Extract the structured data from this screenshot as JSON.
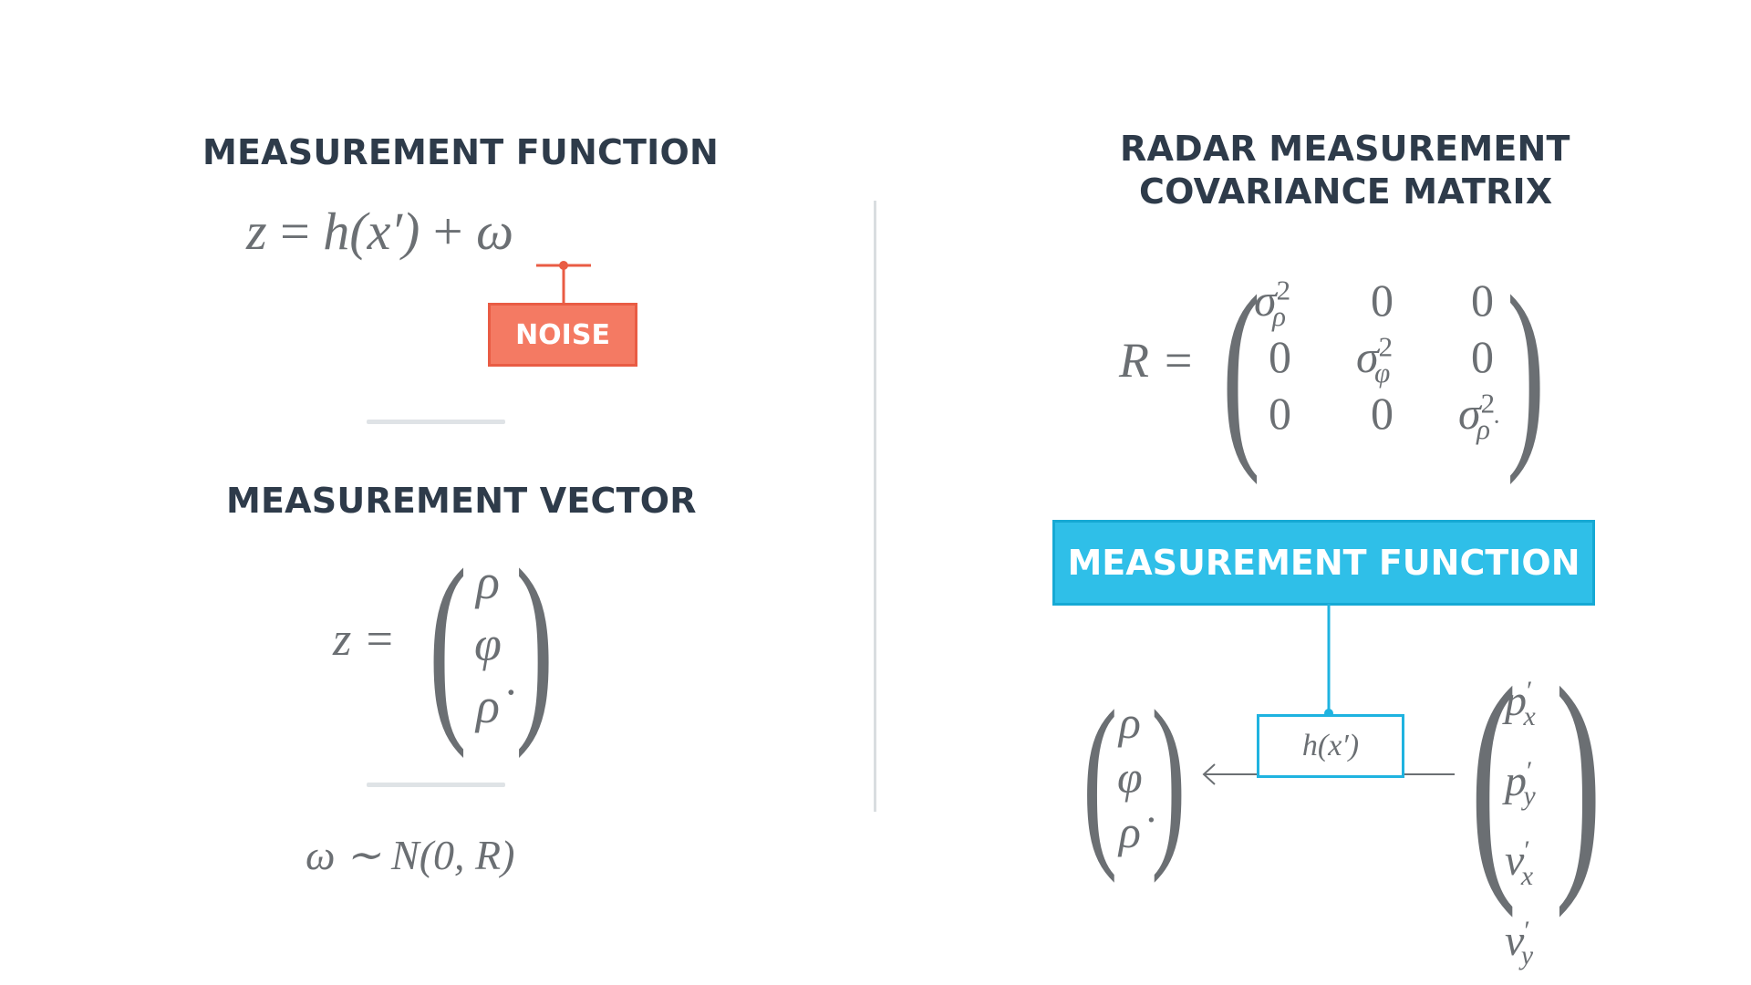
{
  "left": {
    "function_heading": "MEASUREMENT FUNCTION",
    "function_eq": {
      "lhs": "z",
      "eq": "=",
      "h": "h",
      "arg": "(x′)",
      "plus": "+",
      "omega": "ω"
    },
    "noise_label": "NOISE",
    "vector_heading": "MEASUREMENT VECTOR",
    "vector_eq": {
      "lhs": "z =",
      "entries": [
        "ρ",
        "φ",
        "ρ̇"
      ]
    },
    "noise_distribution": "ω ∼ N(0, R)"
  },
  "right": {
    "covariance_heading_line1": "RADAR MEASUREMENT",
    "covariance_heading_line2": "COVARIANCE MATRIX",
    "matrix": {
      "lhs": "R =",
      "rows": [
        [
          "σ",
          "0",
          "0"
        ],
        [
          "0",
          "σ",
          "0"
        ],
        [
          "0",
          "0",
          "σ"
        ]
      ],
      "diag_subscripts": [
        "ρ",
        "φ",
        "ρ̇"
      ],
      "diag_superscript": "2"
    },
    "function_box_label": "MEASUREMENT FUNCTION",
    "h_box_label": "h(x′)",
    "output_vector": [
      "ρ",
      "φ",
      "ρ̇"
    ],
    "input_vector": [
      {
        "base": "p",
        "prime": "′",
        "sub": "x"
      },
      {
        "base": "p",
        "prime": "′",
        "sub": "y"
      },
      {
        "base": "v",
        "prime": "′",
        "sub": "x"
      },
      {
        "base": "v",
        "prime": "′",
        "sub": "y"
      }
    ]
  },
  "colors": {
    "heading": "#2e3b4a",
    "math": "#6b6f73",
    "noise_fill": "#f47a63",
    "noise_line": "#e95c44",
    "function_fill": "#2fbfe8",
    "function_line": "#16a9d4",
    "separator": "#dfe3e6"
  }
}
